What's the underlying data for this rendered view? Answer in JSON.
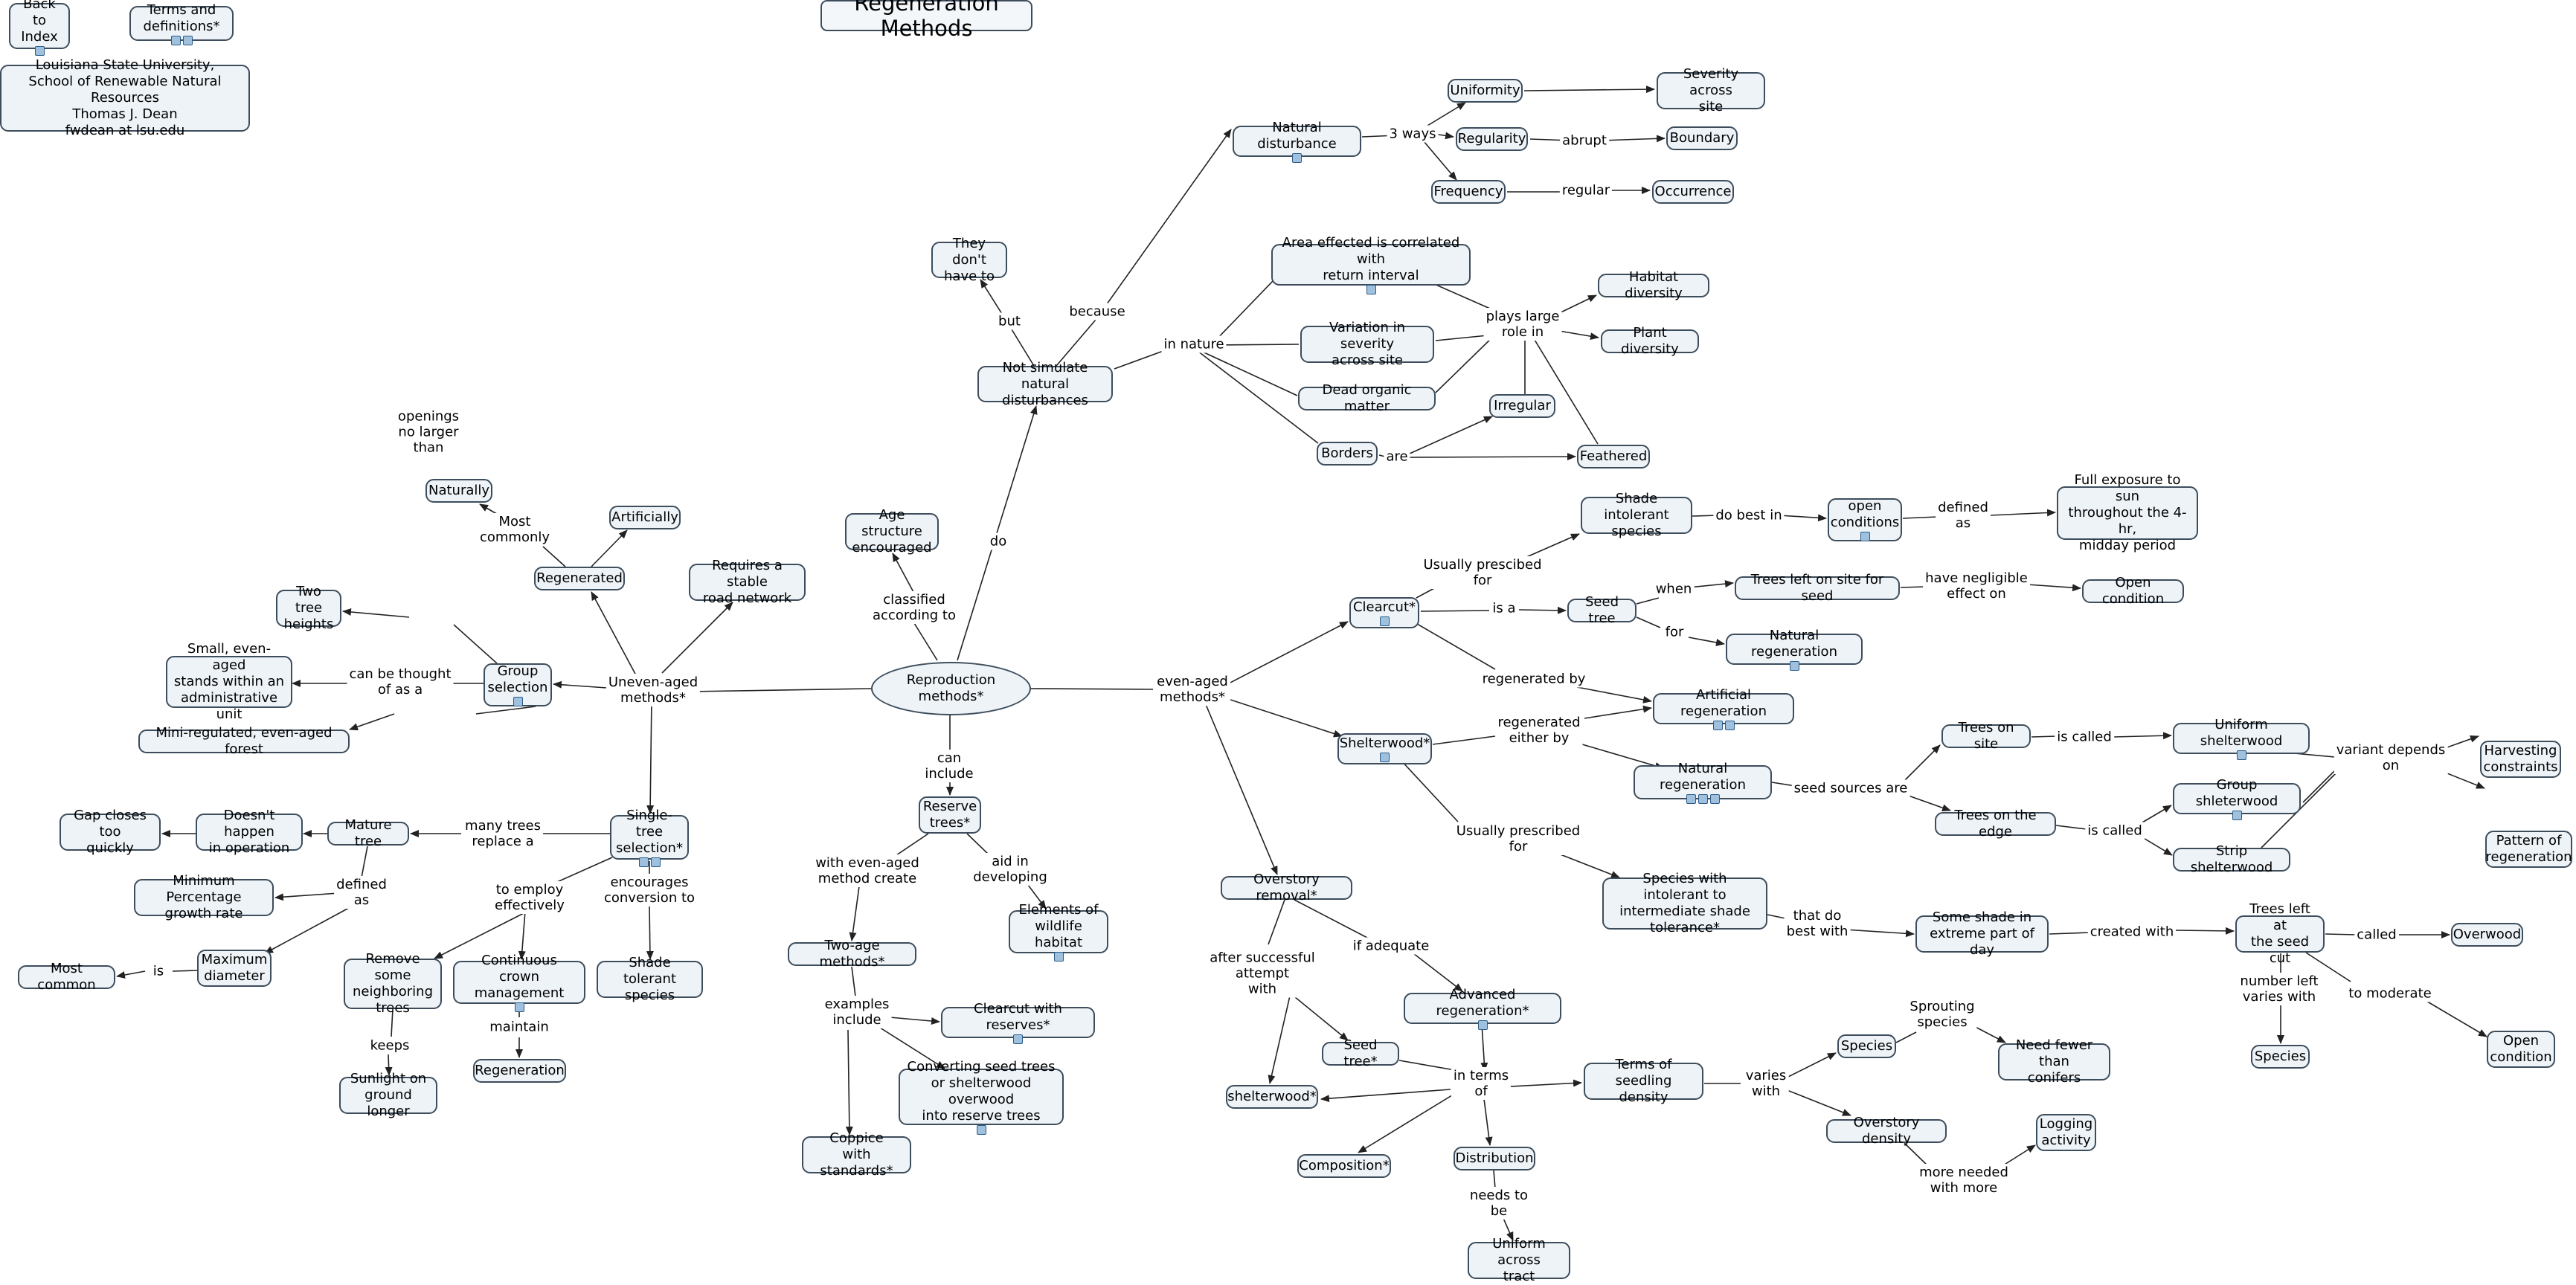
{
  "title": "Regeneration Methods",
  "nodes": {
    "back_to_index": "Back to\nIndex",
    "terms": "Terms and definitions*",
    "lsu": "Louisiana State University,\nSchool of Renewable Natural Resources\nThomas J. Dean\nfwdean at lsu.edu",
    "reproduction": "Reproduction methods*",
    "they_dont": "They don't\nhave to",
    "not_simulate": "Not simulate\nnatural disturbances",
    "natural_disturbance": "Natural disturbance",
    "uniformity": "Uniformity",
    "regularity": "Regularity",
    "frequency": "Frequency",
    "severity": "Severity  across\nsite",
    "boundary": "Boundary",
    "occurrence": "Occurrence",
    "area_effected": "Area effected is correlated with\nreturn interval",
    "variation": "Variation in severity\nacross site",
    "dead_organic": "Dead organic matter",
    "borders": "Borders",
    "habitat_diversity": "Habitat diversity",
    "plant_diversity": "Plant diversity",
    "irregular": "Irregular",
    "feathered": "Feathered",
    "age_structure": "Age structure\nencouraged",
    "naturally": "Naturally",
    "artificially": "Artificially",
    "regenerated": "Regenerated",
    "requires_road": "Requires a stable\nroad network",
    "two_tree": "Two tree\nheights",
    "small_even": "Small, even-aged\nstands within an\nadministrative unit",
    "group_selection": "Group\nselection",
    "mini_regulated": "Mini-regulated, even-aged forest",
    "gap_closes": "Gap closes too\nquickly",
    "doesnt_happen": "Doesn't happen\nin operation",
    "mature_tree": "Mature tree",
    "single_tree": "Single-tree\nselection*",
    "min_percentage": "Minimum Percentage\ngrowth rate",
    "max_diameter": "Maximum\ndiameter",
    "most_common": "Most common",
    "remove_some": "Remove some\nneighboring\ntrees",
    "continuous_crown": "Continuous\ncrown management",
    "shade_tolerant": "Shade tolerant\nspecies",
    "sunlight": "Sunlight on\nground longer",
    "regeneration": "Regeneration",
    "reserve_trees": "Reserve\ntrees*",
    "elements_wildlife": "Elements of\nwildlife habitat",
    "two_age": "Two-age methods*",
    "clearcut_reserves": "Clearcut with reserves*",
    "converting": "Converting seed trees\nor shelterwood overwood\ninto reserve trees",
    "coppice": "Coppice\nwith standards*",
    "clearcut": "Clearcut*",
    "shade_intolerant": "Shade intolerant\nspecies",
    "open_conditions": "open\nconditions",
    "full_exposure": "Full exposure to sun\nthroughout the 4-hr,\nmidday period",
    "seed_tree_cc": "Seed tree",
    "trees_left_seed": "Trees left on site for seed",
    "open_condition": "Open condition",
    "natural_regen_cc": "Natural regeneration",
    "artificial_regen": "Artificial regeneration",
    "shelterwood": "Shelterwood*",
    "natural_regen_sw": "Natural regeneration",
    "trees_on_site": "Trees on site",
    "trees_on_edge": "Trees on the edge",
    "uniform_shelterwood": "Uniform shelterwood",
    "group_shelterwood": "Group shleterwood",
    "strip_shelterwood": "Strip shelterwood",
    "harvesting": "Harvesting\nconstraints",
    "pattern_regen": "Pattern of\nregeneration",
    "species_intolerant": "Species with intolerant to\nintermediate shade\ntolerance*",
    "some_shade": "Some shade in\nextreme part of day",
    "trees_left_cut": "Trees left at\nthe seed cut",
    "overwood": "Overwood",
    "species_sc": "Species",
    "open_condition2": "Open\ncondition",
    "overstory_removal": "Overstory removal*",
    "advanced_regen": "Advanced regeneration*",
    "seed_tree2": "Seed tree*",
    "shelterwood2": "shelterwood*",
    "terms_seedling": "Terms of seedling\ndensity",
    "species_sd": "Species",
    "need_fewer": "Need fewer than\nconifers",
    "overstory_density": "Overstory density",
    "logging": "Logging\nactivity",
    "composition": "Composition*",
    "distribution": "Distribution",
    "uniform_tract": "Uniform across\ntract"
  },
  "edge_labels": {
    "do": "do",
    "because": "because",
    "but": "but",
    "three_ways": "3 ways",
    "abrupt": "abrupt",
    "regular": "regular",
    "in_nature": "in nature",
    "plays_large": "plays large\nrole in",
    "are": "are",
    "classified": "classified\naccording to",
    "uneven": "Uneven-aged\nmethods*",
    "most_commonly": "Most\ncommonly",
    "openings": "openings\nno larger\nthan",
    "can_be_thought": "can be thought\nof as a",
    "many_trees": "many trees\nreplace a",
    "defined_as": "defined\nas",
    "is": "is",
    "to_employ": "to employ\neffectively",
    "encourages": "encourages\nconversion to",
    "keeps": "keeps",
    "maintain": "maintain",
    "can_include": "can\ninclude",
    "with_even": "with even-aged\nmethod create",
    "aid_in": "aid in\ndeveloping",
    "examples": "examples\ninclude",
    "even_aged": "even-aged\nmethods*",
    "usually_cc": "Usually prescibed\nfor",
    "do_best": "do best in",
    "defined_as2": "defined\nas",
    "is_a": "is a",
    "when": "when",
    "negligible": "have negligible\neffect on",
    "for": "for",
    "regenerated_by": "regenerated by",
    "regen_either": "regenerated\neither by",
    "seed_sources": "seed sources are",
    "is_called1": "is called",
    "is_called2": "is called",
    "variant": "variant depends\non",
    "usually_sw": "Usually prescribed\nfor",
    "that_do": "that do\nbest with",
    "created_with": "created with",
    "called": "called",
    "number_left": "number left\nvaries with",
    "to_moderate": "to moderate",
    "after_successful": "after successful\nattempt\nwith",
    "if_adequate": "if adequate",
    "in_terms": "in terms\nof",
    "varies_with": "varies\nwith",
    "sprouting": "Sprouting\nspecies",
    "more_needed": "more needed\nwith more",
    "needs_to_be": "needs to\nbe"
  },
  "colors": {
    "node_fill": "#eef3f7",
    "node_border": "#3d4d5c",
    "edge": "#222222"
  }
}
